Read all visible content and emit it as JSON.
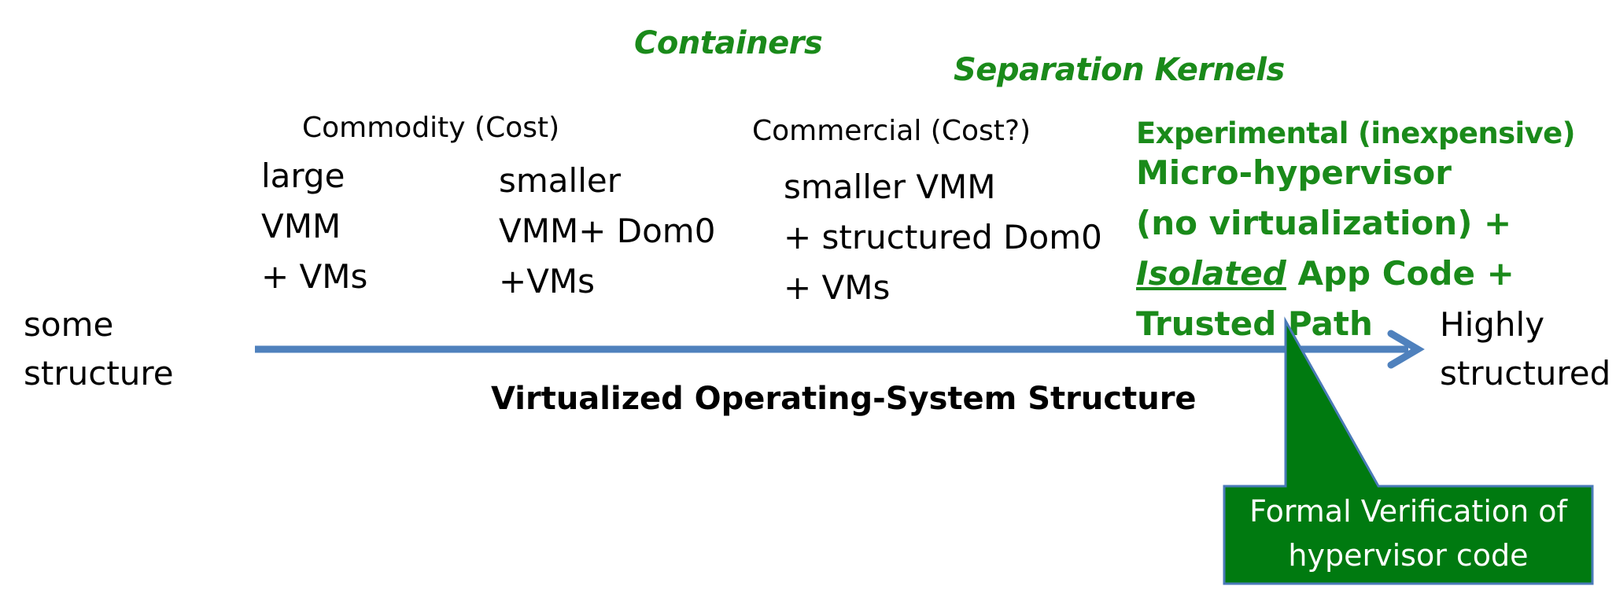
{
  "headings": {
    "containers": "Containers",
    "separation_kernels": "Separation Kernels"
  },
  "categories": {
    "commodity": "Commodity (Cost)",
    "commercial": "Commercial (Cost?)",
    "experimental": "Experimental (inexpensive)"
  },
  "stacks": {
    "large": [
      "large",
      "VMM",
      "+ VMs"
    ],
    "smaller": [
      "smaller",
      "VMM+ Dom0",
      "+VMs"
    ],
    "smaller_vmm": [
      "smaller VMM",
      "+ structured Dom0",
      "+ VMs"
    ],
    "micro": {
      "line1": "Micro-hypervisor",
      "line2": "(no virtualization) +",
      "line3_emphasis": "Isolated",
      "line3_rest": " App Code +",
      "line4": "Trusted Path"
    }
  },
  "axis": {
    "left_label": [
      "some",
      "structure"
    ],
    "right_label": [
      "Highly",
      "structured"
    ],
    "title": "Virtualized Operating-System Structure",
    "arrow_color": "#4f81bd"
  },
  "callout": {
    "text": "Formal Verification of hypervisor code",
    "fill_color": "#007a10",
    "border_color": "#4a7ab8"
  },
  "colors": {
    "green_text": "#1a8a1a"
  }
}
